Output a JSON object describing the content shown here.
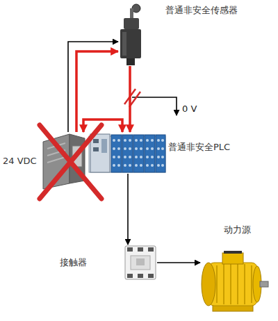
{
  "diagram": {
    "nodes": [
      {
        "text": [
          "普通非安全传感器"
        ]
      },
      {
        "text": [
          "24 VDC"
        ]
      },
      {
        "text": [
          "普通非安全PLC"
        ]
      },
      {
        "text": [
          "接触器"
        ]
      },
      {
        "text": [
          "动力源"
        ]
      }
    ],
    "edges": [
      {
        "from": 1,
        "to": 0,
        "arrow": "to"
      },
      {
        "from": 1,
        "to": 0,
        "arrow": "to"
      },
      {
        "from": 0,
        "to": 2,
        "arrow": "to"
      },
      {
        "from": 1,
        "to": 2,
        "arrow": "both"
      },
      {
        "from": 2,
        "to": 3,
        "arrow": "to"
      },
      {
        "from": 3,
        "to": 4,
        "arrow": "to"
      }
    ],
    "labels": [
      "0 V"
    ]
  }
}
